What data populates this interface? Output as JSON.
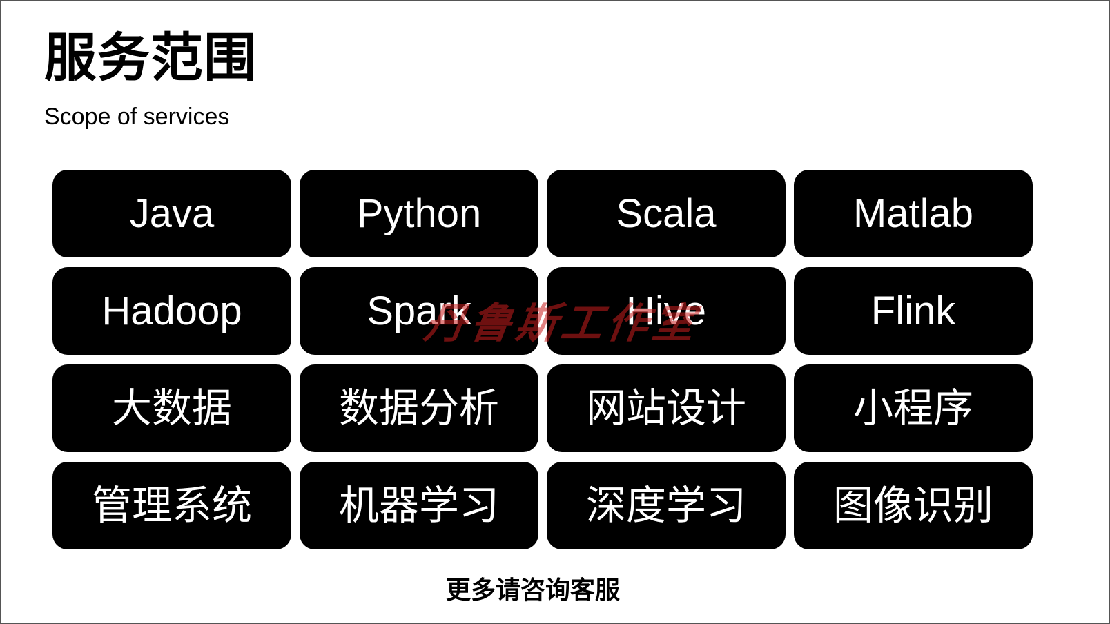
{
  "header": {
    "title": "服务范围",
    "subtitle": "Scope of services"
  },
  "services": [
    "Java",
    "Python",
    "Scala",
    "Matlab",
    "Hadoop",
    "Spark",
    "Hive",
    "Flink",
    "大数据",
    "数据分析",
    "网站设计",
    "小程序",
    "管理系统",
    "机器学习",
    "深度学习",
    "图像识别"
  ],
  "watermark": "丹鲁斯工作室",
  "footer": "更多请咨询客服",
  "colors": {
    "tile_background": "#000000",
    "tile_text": "#ffffff",
    "watermark": "#c81e1e"
  }
}
